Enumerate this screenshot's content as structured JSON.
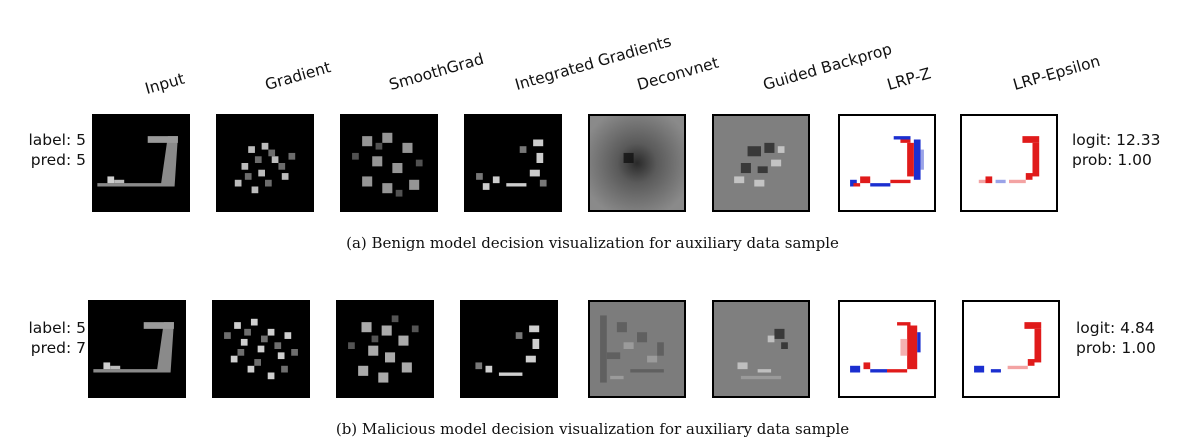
{
  "header": {
    "methods": [
      "Input",
      "Gradient",
      "SmoothGrad",
      "Integrated Gradients",
      "Deconvnet",
      "Guided Backprop",
      "LRP-Z",
      "LRP-Epsilon"
    ]
  },
  "panels": [
    {
      "label_text": "label: 5",
      "pred_text": "pred: 5",
      "logit_text": "logit: 12.33",
      "prob_text": "prob: 1.00",
      "caption": "(a) Benign model decision visualization for auxiliary data sample"
    },
    {
      "label_text": "label: 5",
      "pred_text": "pred: 7",
      "logit_text": "logit: 4.84",
      "prob_text": "prob: 1.00",
      "caption": "(b) Malicious model decision visualization for auxiliary data sample"
    }
  ],
  "colors": {
    "background": "#ffffff",
    "heatmap_black": "#000000",
    "neutral_gray": "#7f7f7f",
    "lrp_red": "#e01b1b",
    "lrp_blue": "#1b2fd0"
  }
}
